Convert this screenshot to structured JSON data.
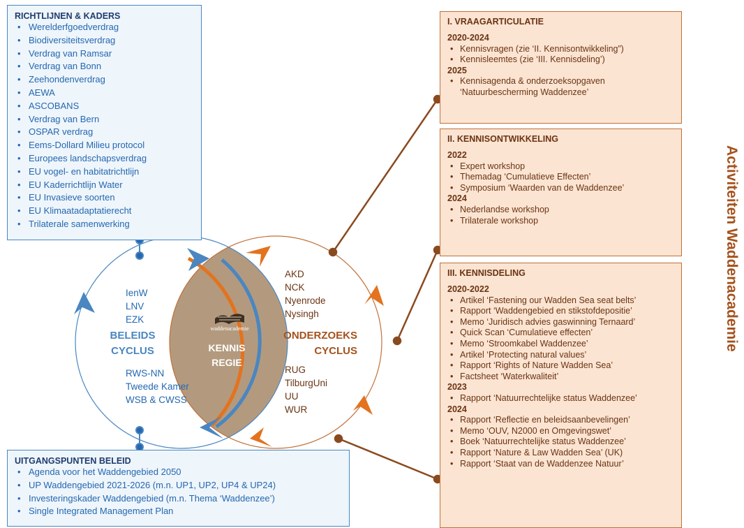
{
  "richtlijnen": {
    "title": "RICHTLIJNEN & KADERS",
    "items": [
      "Werelderfgoedverdrag",
      "Biodiversiteitsverdrag",
      "Verdrag van Ramsar",
      "Verdrag van Bonn",
      "Zeehondenverdrag",
      "AEWA",
      "ASCOBANS",
      "Verdrag van Bern",
      "OSPAR verdrag",
      "Eems-Dollard Milieu protocol",
      "Europees landschapsverdrag",
      "EU vogel- en habitatrichtlijn",
      "EU Kaderrichtlijn Water",
      "EU Invasieve soorten",
      "EU Klimaatadaptatierecht",
      "Trilaterale samenwerking"
    ]
  },
  "uitgangspunten": {
    "title": "UITGANGSPUNTEN BELEID",
    "items": [
      "Agenda voor het Waddengebied 2050",
      "UP Waddengebied 2021-2026 (m.n. UP1, UP2, UP4 & UP24)",
      "Investeringskader Waddengebied (m.n. Thema ‘Waddenzee’)",
      "Single Integrated Management Plan"
    ]
  },
  "beleid": {
    "top": [
      "IenW",
      "LNV",
      "EZK"
    ],
    "label": [
      "BELEIDS",
      "CYCLUS"
    ],
    "bottom": [
      "RWS-NN",
      "Tweede Kamer",
      "WSB & CWSS"
    ]
  },
  "onderzoek": {
    "top": [
      "AKD",
      "NCK",
      "Nyenrode",
      "Nysingh"
    ],
    "label": [
      "ONDERZOEKS",
      "CYCLUS"
    ],
    "bottom": [
      "RUG",
      "TilburgUni",
      "UU",
      "WUR"
    ]
  },
  "kennis": {
    "logo": "waddenacademie",
    "label": [
      "KENNIS",
      "REGIE"
    ]
  },
  "vraag": {
    "title": "I. VRAAGARTICULATIE",
    "groups": [
      {
        "year": "2020-2024",
        "items": [
          "Kennisvragen (zie ‘II. Kennisontwikkeling”)",
          "Kennisleemtes (zie ‘III. Kennisdeling’)"
        ]
      },
      {
        "year": "2025",
        "items": [
          "Kennisagenda & onderzoeksopgaven",
          "‘Natuurbescherming Waddenzee’"
        ]
      }
    ]
  },
  "ontwikkeling": {
    "title": "II. KENNISONTWIKKELING",
    "groups": [
      {
        "year": "2022",
        "items": [
          "Expert workshop",
          "Themadag ‘Cumulatieve Effecten’",
          "Symposium ‘Waarden van de Waddenzee’"
        ]
      },
      {
        "year": "2024",
        "items": [
          "Nederlandse workshop",
          "Trilaterale workshop"
        ]
      }
    ]
  },
  "deling": {
    "title": "III. KENNISDELING",
    "groups": [
      {
        "year": "2020-2022",
        "items": [
          "Artikel ‘Fastening our Wadden Sea seat belts’",
          "Rapport ‘Waddengebied en stikstofdepositie’",
          "Memo ‘Juridisch advies gaswinning Ternaard’",
          "Quick Scan ‘Cumulatieve effecten’",
          "Memo ‘Stroomkabel Waddenzee’",
          "Artikel ‘Protecting natural values’",
          "Rapport ‘Rights of Nature Wadden Sea’",
          "Factsheet ‘Waterkwaliteit’"
        ]
      },
      {
        "year": "2023",
        "items": [
          "Rapport ‘Natuurrechtelijke status Waddenzee’"
        ]
      },
      {
        "year": "2024",
        "items": [
          "Rapport ‘Reflectie en beleidsaanbevelingen’",
          "Memo ‘OUV, N2000 en Omgevingswet’",
          "Boek ‘Natuurrechtelijke status Waddenzee’",
          "Rapport ‘Nature & Law Wadden Sea’ (UK)",
          "Rapport ‘Staat van de Waddenzee Natuur’"
        ]
      }
    ]
  },
  "side_title": "Activiteiten Waddenacademie",
  "colors": {
    "blue": "#4a86c1",
    "orange": "#e3731e",
    "brown": "#6b3413",
    "lens": "#b39a7e"
  }
}
